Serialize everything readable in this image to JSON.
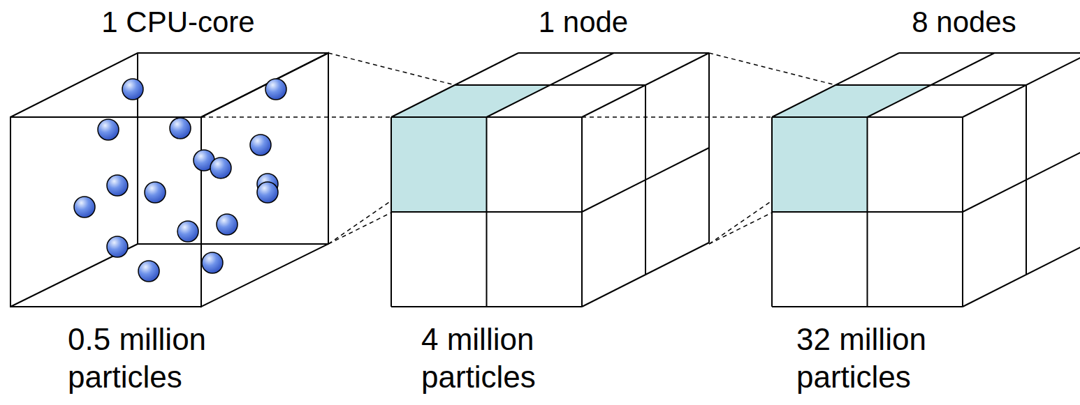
{
  "diagram": {
    "labels": [
      "1 CPU-core",
      "1 node",
      "8 nodes",
      "0.5 million particles",
      "4 million particles",
      "32 million particles"
    ]
  }
}
